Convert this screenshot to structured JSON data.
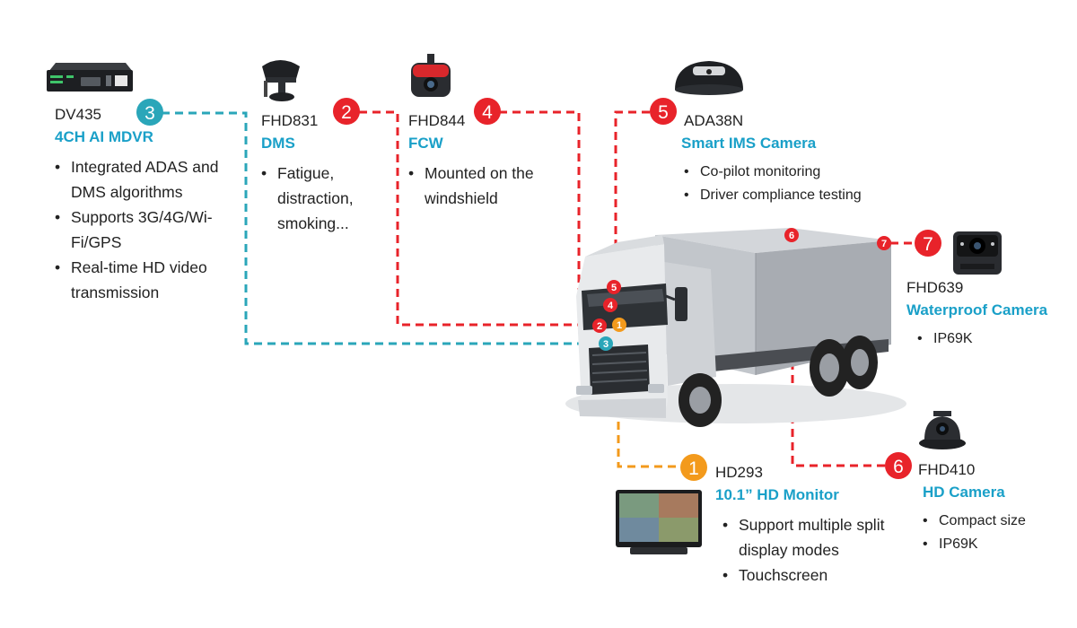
{
  "colors": {
    "title": "#1aa0c8",
    "red": "#e8232a",
    "teal": "#2aa6b9",
    "orange": "#f39a1c",
    "text": "#222222"
  },
  "components": [
    {
      "number": "3",
      "badge_color": "teal",
      "model": "DV435",
      "title": "4CH AI MDVR",
      "bullets": [
        "Integrated ADAS and DMS algorithms",
        "Supports 3G/4G/Wi-Fi/GPS",
        "Real-time HD video transmission"
      ],
      "device_icon": "mdvr-box-icon"
    },
    {
      "number": "2",
      "badge_color": "red",
      "model": "FHD831",
      "title": "DMS",
      "bullets": [
        "Fatigue, distraction, smoking..."
      ],
      "device_icon": "dms-camera-icon"
    },
    {
      "number": "4",
      "badge_color": "red",
      "model": "FHD844",
      "title": "FCW",
      "bullets": [
        "Mounted on the windshield"
      ],
      "device_icon": "fcw-camera-icon"
    },
    {
      "number": "5",
      "badge_color": "red",
      "model": "ADA38N",
      "title": "Smart IMS Camera",
      "bullets": [
        "Co-pilot monitoring",
        "Driver compliance testing"
      ],
      "device_icon": "ims-camera-icon"
    },
    {
      "number": "7",
      "badge_color": "red",
      "model": "FHD639",
      "title": "Waterproof Camera",
      "bullets": [
        "IP69K"
      ],
      "device_icon": "waterproof-camera-icon"
    },
    {
      "number": "1",
      "badge_color": "orange",
      "model": "HD293",
      "title": "10.1” HD Monitor",
      "bullets": [
        "Support multiple split display modes",
        "Touchscreen"
      ],
      "device_icon": "hd-monitor-icon"
    },
    {
      "number": "6",
      "badge_color": "red",
      "model": "FHD410",
      "title": "HD Camera",
      "bullets": [
        "Compact size",
        "IP69K"
      ],
      "device_icon": "hd-camera-icon"
    }
  ]
}
